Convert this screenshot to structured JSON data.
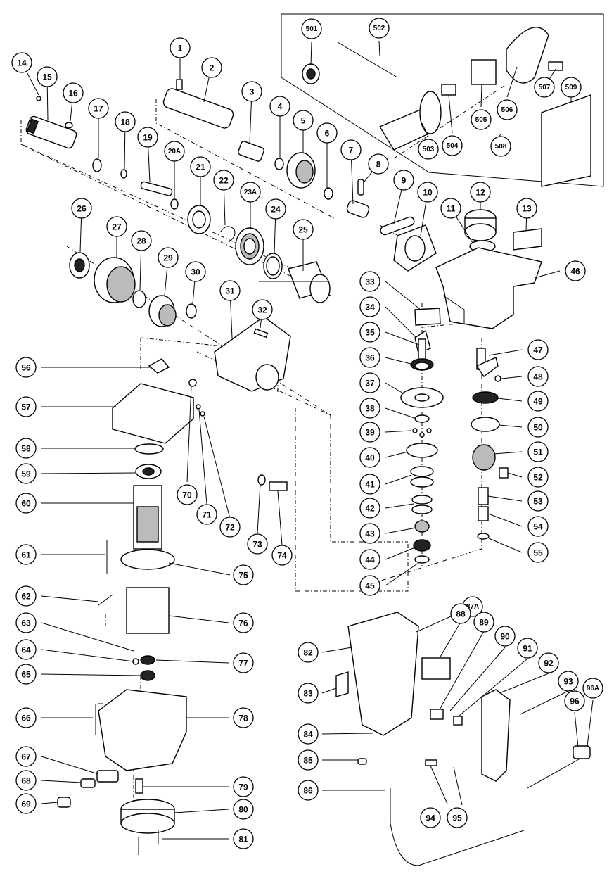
{
  "labels": [
    "1",
    "2",
    "3",
    "4",
    "5",
    "6",
    "7",
    "8",
    "9",
    "10",
    "11",
    "12",
    "13",
    "14",
    "15",
    "16",
    "17",
    "18",
    "19",
    "20A",
    "21",
    "22",
    "23A",
    "24",
    "25",
    "26",
    "27",
    "28",
    "29",
    "30",
    "31",
    "32",
    "33",
    "34",
    "35",
    "36",
    "37",
    "38",
    "39",
    "40",
    "41",
    "42",
    "43",
    "44",
    "45",
    "46",
    "47",
    "48",
    "49",
    "50",
    "51",
    "52",
    "53",
    "54",
    "55",
    "56",
    "57",
    "58",
    "59",
    "60",
    "61",
    "62",
    "63",
    "64",
    "65",
    "66",
    "67",
    "68",
    "69",
    "70",
    "71",
    "72",
    "73",
    "74",
    "75",
    "76",
    "77",
    "78",
    "79",
    "80",
    "81",
    "82",
    "83",
    "84",
    "85",
    "86",
    "87A",
    "88",
    "89",
    "90",
    "91",
    "92",
    "93",
    "94",
    "95",
    "96",
    "96A",
    "501",
    "502",
    "503",
    "504",
    "505",
    "506",
    "507",
    "508",
    "509"
  ]
}
